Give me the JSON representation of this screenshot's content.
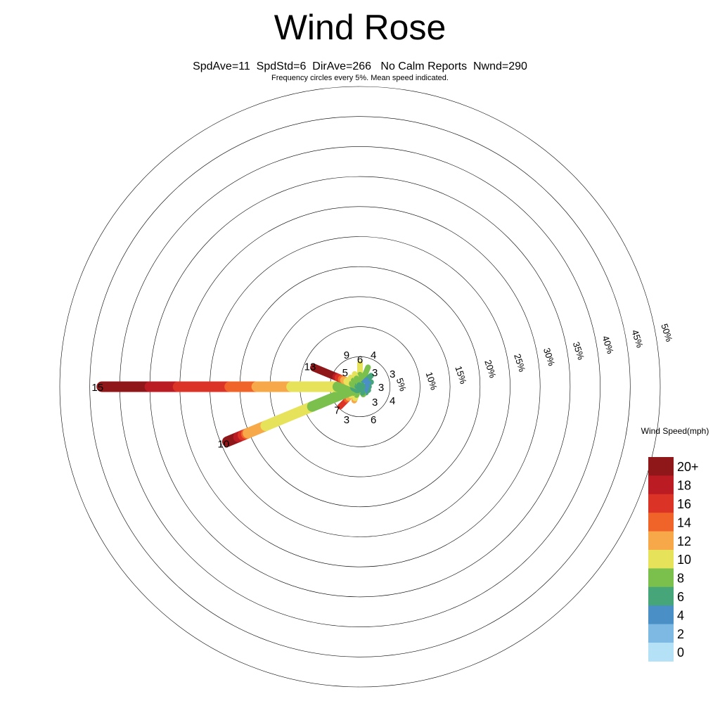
{
  "chart_data": {
    "type": "wind-rose",
    "title": "Wind Rose",
    "stats": "SpdAve=11  SpdStd=6  DirAve=266   No Calm Reports  Nwnd=290",
    "note": "Frequency circles every 5%. Mean speed indicated.",
    "rings": [
      5,
      10,
      15,
      20,
      25,
      30,
      35,
      40,
      45,
      50
    ],
    "ring_labels": [
      "5%",
      "10%",
      "15%",
      "20%",
      "25%",
      "30%",
      "35%",
      "40%",
      "45%",
      "50%"
    ],
    "legend_title": "Wind Speed(mph)",
    "bins": [
      "0",
      "2",
      "4",
      "6",
      "8",
      "10",
      "12",
      "14",
      "16",
      "18",
      "20+"
    ],
    "bin_colors": [
      "#b5e1f6",
      "#7db9e3",
      "#4a8fc6",
      "#47a679",
      "#7bc04d",
      "#e6e35a",
      "#f7a848",
      "#f0642a",
      "#dc3327",
      "#bb1b23",
      "#8f1619"
    ],
    "petals": [
      {
        "dir": 0,
        "label": "6",
        "freq": [
          0,
          0,
          0,
          0,
          2.0,
          1.9,
          0,
          0,
          0,
          0,
          0
        ]
      },
      {
        "dir": 22.5,
        "label": "4",
        "freq": [
          0,
          0,
          0,
          0.5,
          3.0,
          0,
          0,
          0,
          0,
          0,
          0
        ]
      },
      {
        "dir": 45,
        "label": "3",
        "freq": [
          0,
          0,
          1.5,
          1.1,
          0,
          0,
          0,
          0,
          0,
          0,
          0
        ]
      },
      {
        "dir": 67.5,
        "label": "3",
        "freq": [
          0,
          0.5,
          1.0,
          0.5,
          0,
          0,
          0,
          0,
          0,
          0,
          0
        ]
      },
      {
        "dir": 90,
        "label": "3",
        "freq": [
          0,
          0.4,
          0.8,
          0.3,
          0,
          0,
          0,
          0,
          0,
          0,
          0
        ]
      },
      {
        "dir": 112.5,
        "label": "4",
        "freq": [
          0,
          0.3,
          0.8,
          0.4,
          0,
          0,
          0,
          0,
          0,
          0,
          0
        ]
      },
      {
        "dir": 135,
        "label": "3",
        "freq": [
          0,
          0.4,
          0.7,
          0.3,
          0,
          0,
          0,
          0,
          0,
          0,
          0
        ]
      },
      {
        "dir": 157.5,
        "label": "6",
        "freq": [
          0,
          0,
          0.5,
          0.6,
          0.3,
          0,
          0,
          0,
          0,
          0,
          0
        ]
      },
      {
        "dir": 202.5,
        "label": "3",
        "freq": [
          0,
          0,
          0,
          0.5,
          1.0,
          0.6,
          0.4,
          0,
          0,
          0,
          0
        ]
      },
      {
        "dir": 225,
        "label": "7",
        "freq": [
          0,
          0,
          0,
          0.3,
          1.2,
          0.6,
          0.6,
          0.4,
          1.6,
          0,
          0
        ]
      },
      {
        "dir": 247.5,
        "label": "10",
        "freq": [
          0,
          0,
          0,
          0.5,
          8.1,
          8.4,
          3.2,
          0.3,
          0.6,
          0.8,
          2.0
        ]
      },
      {
        "dir": 270,
        "label": "15",
        "freq": [
          0,
          0,
          0,
          0.8,
          2.9,
          7.7,
          5.8,
          4.5,
          8.6,
          4.7,
          8.0
        ]
      },
      {
        "dir": 292.5,
        "label": "13",
        "freq": [
          0,
          0,
          0,
          0.3,
          1.0,
          1.0,
          0.6,
          0.4,
          0.6,
          0.4,
          4.0
        ]
      },
      {
        "dir": 315,
        "label": "5",
        "freq": [
          0,
          0,
          0,
          0.5,
          1.0,
          0.7,
          0,
          0,
          0,
          0,
          0
        ]
      },
      {
        "dir": 337.5,
        "label": "9",
        "freq": [
          0,
          0,
          0,
          0.3,
          1.2,
          0.8,
          0,
          0,
          0,
          0,
          0
        ]
      }
    ]
  }
}
